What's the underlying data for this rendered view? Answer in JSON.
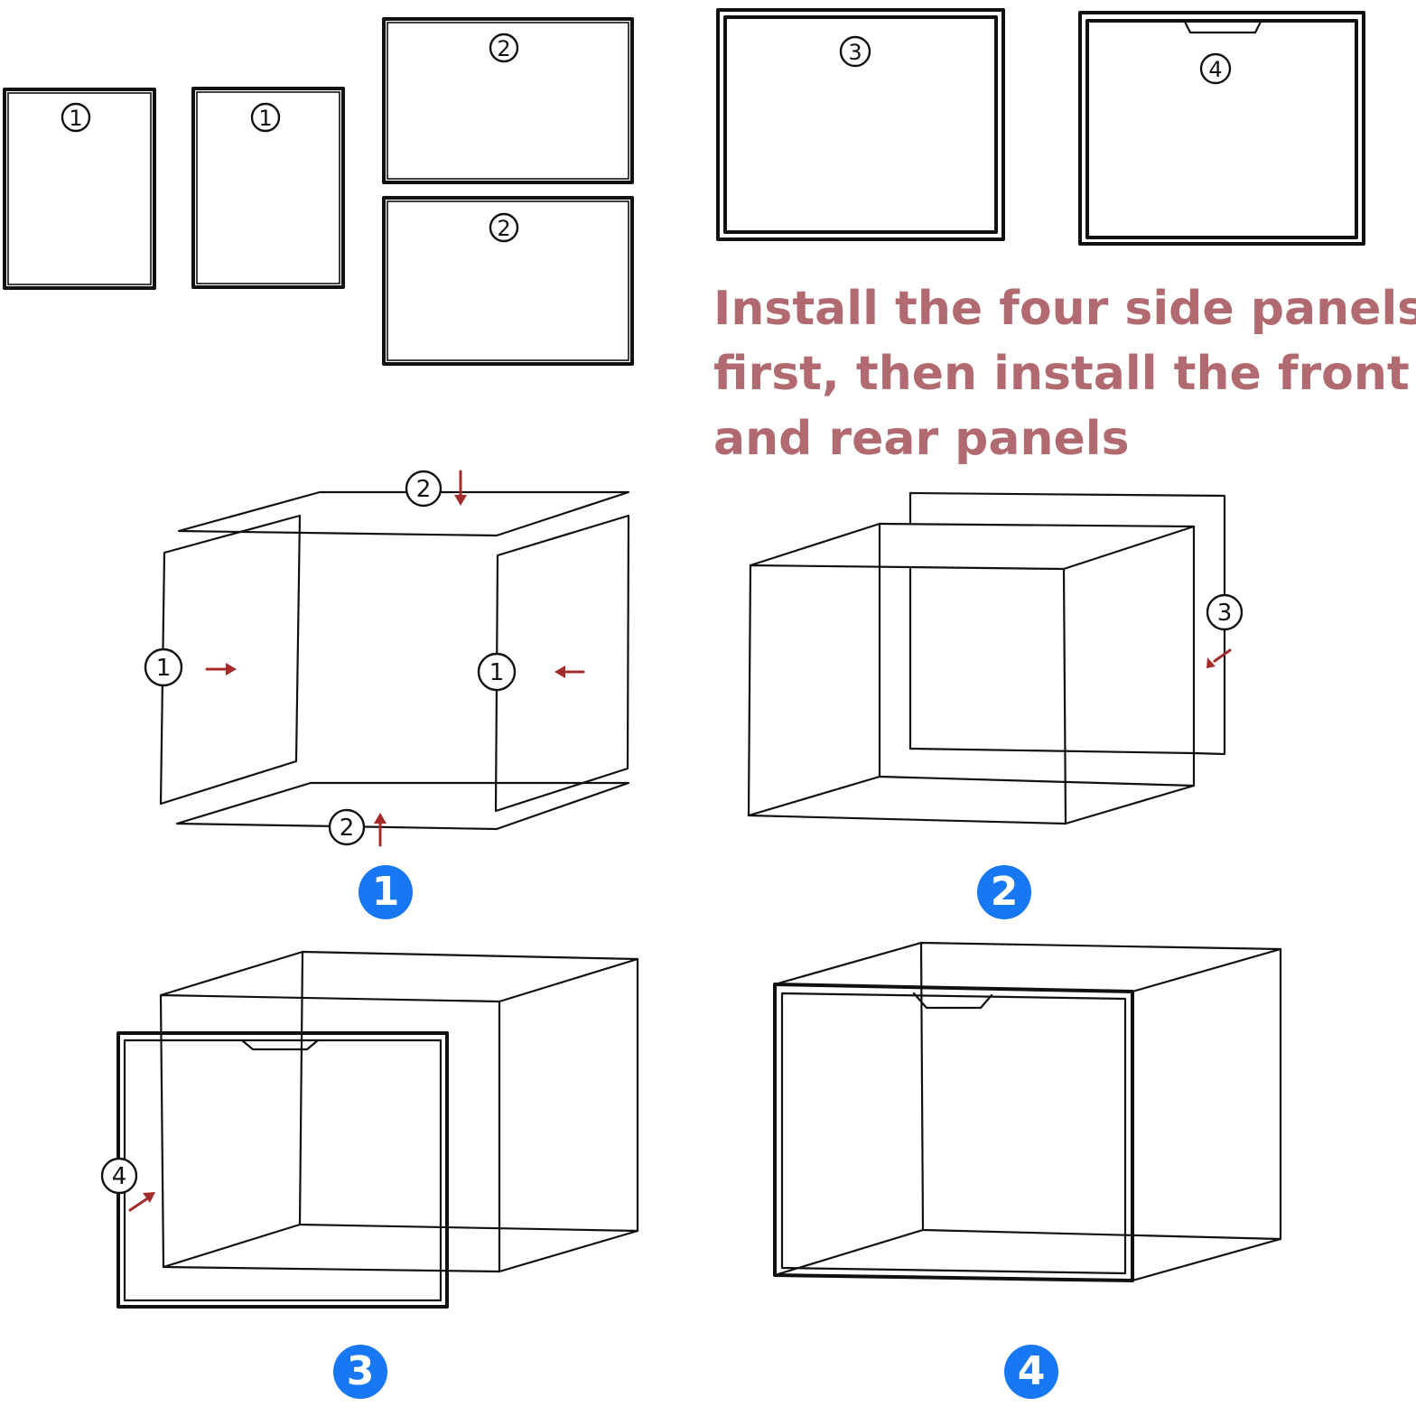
{
  "instruction": {
    "line1": "Install the four side panels",
    "line2": "first, then install the front",
    "line3": "and rear panels"
  },
  "panel_labels": {
    "side": "1",
    "top_bottom": "2",
    "rear": "3",
    "front": "4"
  },
  "steps": [
    {
      "number": "1"
    },
    {
      "number": "2"
    },
    {
      "number": "3"
    },
    {
      "number": "4"
    }
  ],
  "colors": {
    "instruction_text": "#b06a70",
    "step_badge": "#1877f2",
    "arrow": "#a32b2b",
    "line": "#111111"
  }
}
